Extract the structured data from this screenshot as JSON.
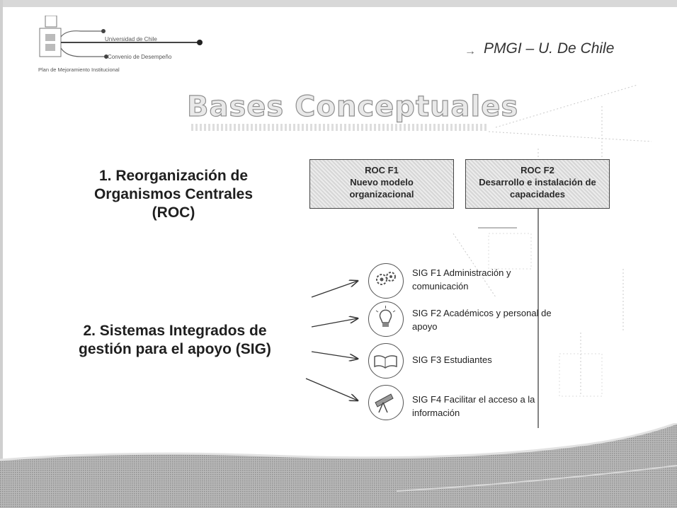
{
  "logo": {
    "line1": "Universidad de Chile",
    "line2": "Convenio de Desempeño",
    "subtitle": "Plan de Mejoramiento Institucional"
  },
  "header": {
    "tag": "PMGI – U. De Chile",
    "arrow_icon": "arrow-right-icon"
  },
  "title": "Bases Conceptuales",
  "sections": [
    {
      "heading": "1.   Reorganización de Organismos Centrales (ROC)"
    },
    {
      "heading": "2. Sistemas Integrados de gestión para el apoyo (SIG)"
    }
  ],
  "roc": [
    {
      "code": "ROC F1",
      "text": "Nuevo modelo organizacional"
    },
    {
      "code": "ROC F2",
      "text": "Desarrollo e instalación de capacidades"
    }
  ],
  "sig": [
    {
      "label": "SIG F1 Administración y comunicación",
      "icon": "gears-icon"
    },
    {
      "label": "SIG F2 Académicos y personal de apoyo",
      "icon": "lightbulb-icon"
    },
    {
      "label": "SIG F3 Estudiantes",
      "icon": "open-book-icon"
    },
    {
      "label": "SIG F4 Facilitar el acceso a la información",
      "icon": "telescope-icon"
    }
  ],
  "colors": {
    "box_border": "#444444",
    "title_outline": "#8f8f8f",
    "bottom_band": "#a8a8a8"
  }
}
